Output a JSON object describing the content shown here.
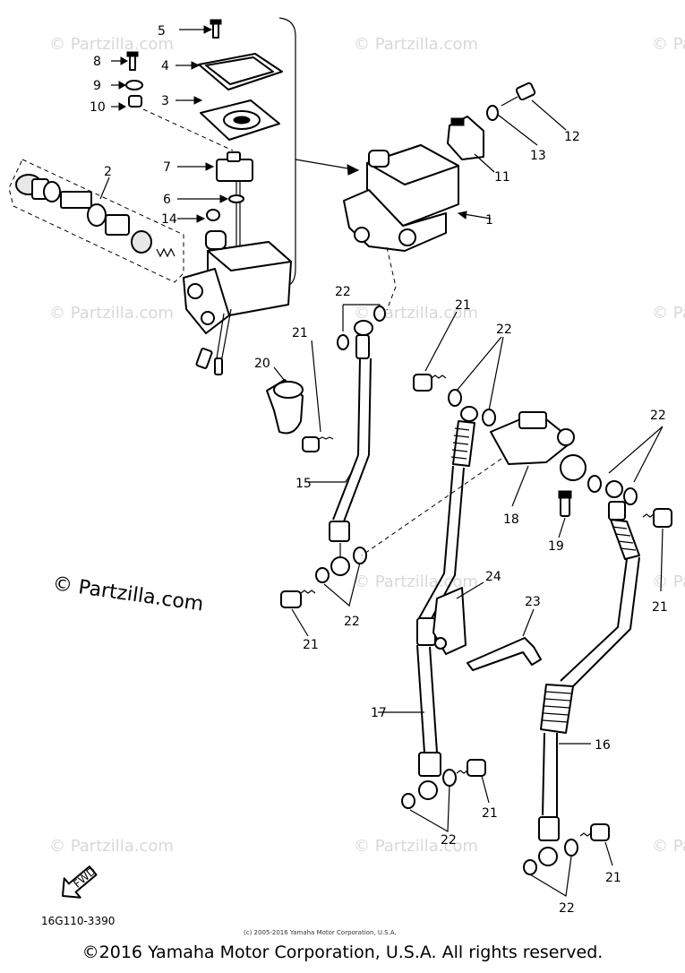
{
  "watermark": "© Partzilla.com",
  "partzilla_brand": "© Partzilla.com",
  "drawing_code": "16G110-3390",
  "fwd_label": "FWD",
  "small_copyright": "(c) 2005-2016 Yamaha Motor Corporation, U.S.A.",
  "copyright": "©2016 Yamaha Motor Corporation, U.S.A. All rights reserved.",
  "callouts": {
    "c1": "1",
    "c2": "2",
    "c3": "3",
    "c4": "4",
    "c5": "5",
    "c6": "6",
    "c7": "7",
    "c8": "8",
    "c9": "9",
    "c10": "10",
    "c11": "11",
    "c12": "12",
    "c13": "13",
    "c14": "14",
    "c15": "15",
    "c16": "16",
    "c17": "17",
    "c18": "18",
    "c19": "19",
    "c20": "20",
    "c23": "23",
    "c24": "24",
    "c21a": "21",
    "c21b": "21",
    "c21c": "21",
    "c21d": "21",
    "c21e": "21",
    "c21f": "21",
    "c22a": "22",
    "c22b": "22",
    "c22c": "22",
    "c22d": "22",
    "c22e": "22",
    "c22f": "22"
  }
}
